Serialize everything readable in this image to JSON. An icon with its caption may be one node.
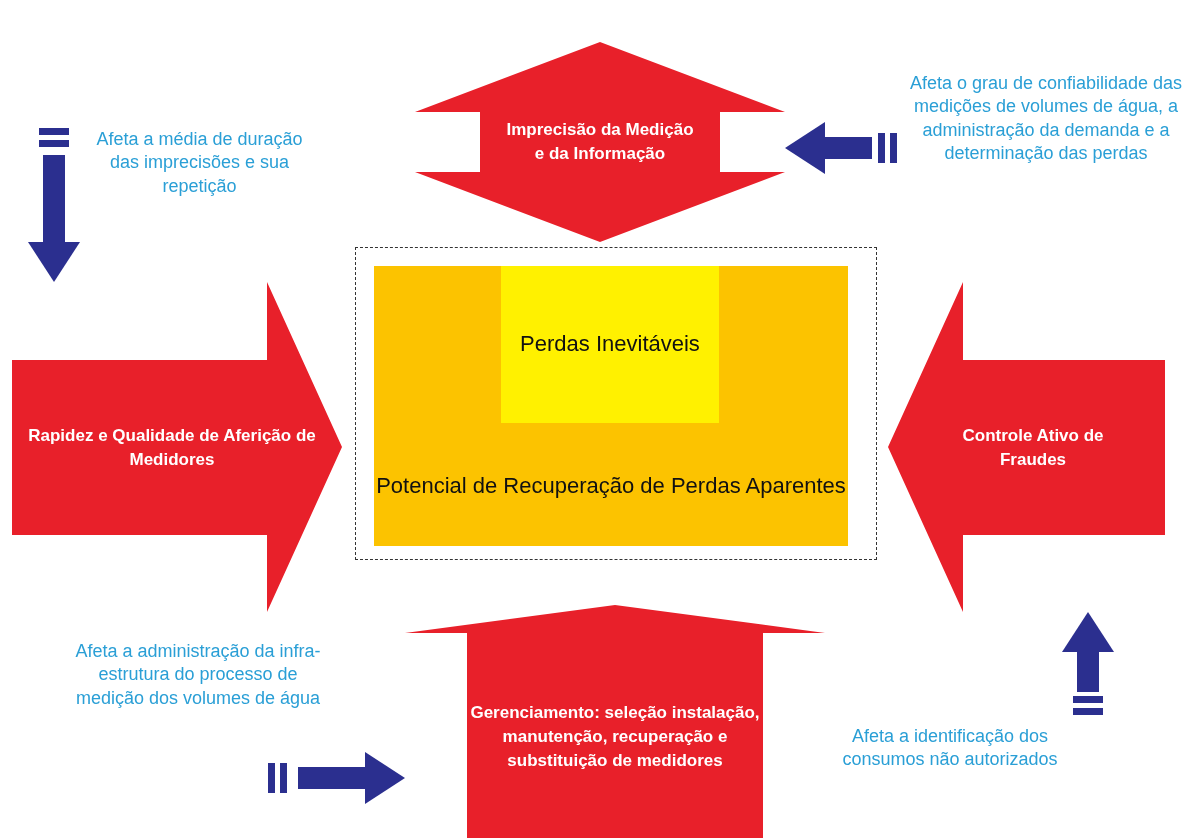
{
  "diagram": {
    "nodes": [
      {
        "text": [
          "Imprecisão da Medição e da Informação"
        ]
      },
      {
        "text": [
          "Rapidez e Qualidade de Aferição de Medidores"
        ]
      },
      {
        "text": [],
        "shape": "box"
      },
      {
        "text": [
          "Potencial de Recuperação de Perdas Aparentes"
        ],
        "in": 2
      },
      {
        "text": [
          "Perdas Inevitáveis"
        ],
        "in": 3
      },
      {
        "text": [
          "Controle Ativo de Fraudes"
        ]
      },
      {
        "text": [
          "Gerenciamento: seleção instalação, manutenção, recuperação e substituição de medidores"
        ]
      }
    ],
    "edges": [
      {
        "from": null,
        "to": 1,
        "arrow": "to"
      },
      {
        "from": null,
        "to": 0,
        "arrow": "to"
      },
      {
        "from": null,
        "to": 6,
        "arrow": "to"
      },
      {
        "from": null,
        "to": 5,
        "arrow": "to"
      }
    ],
    "labels": [
      "Afeta a média de duração das imprecisões e sua repetição",
      "Afeta o grau de confiabilidade das medições de volumes de água, a administração da demanda e a determinação das perdas",
      "Afeta a administração da infra-estrutura do processo de medição dos volumes de água",
      "Afeta a identificação dos consumos não autorizados"
    ]
  }
}
